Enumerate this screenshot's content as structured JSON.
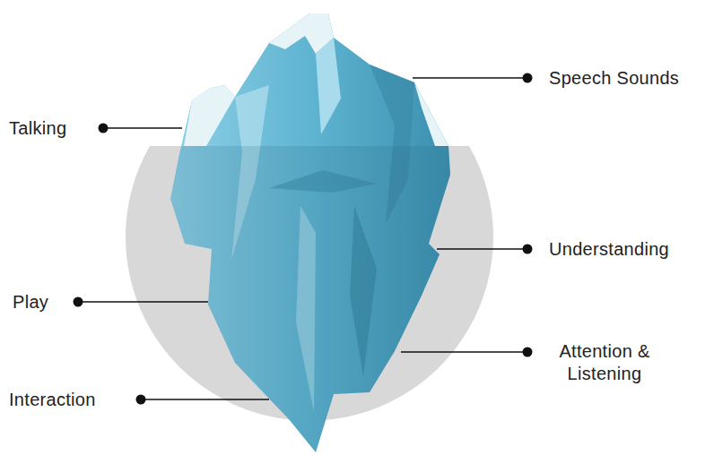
{
  "diagram": {
    "labels": [
      "Talking",
      "Speech Sounds",
      "Understanding",
      "Play",
      "Attention & Listening",
      "Interaction"
    ]
  }
}
